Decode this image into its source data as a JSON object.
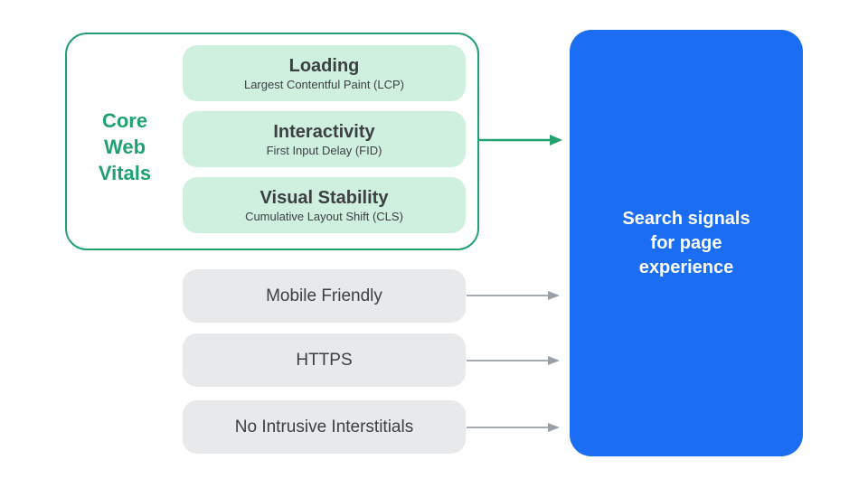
{
  "colors": {
    "green": "#20A26F",
    "mint": "#CFEFDF",
    "pill_gray": "#E8E9EA",
    "text_dark": "#3C4043",
    "arrow_gray": "#9AA0A6",
    "blue": "#1B6EF3",
    "white": "#FFFFFF"
  },
  "core_web_vitals": {
    "group_label": "Core Web Vitals",
    "metrics": [
      {
        "title": "Loading",
        "subtitle": "Largest Contentful Paint (LCP)"
      },
      {
        "title": "Interactivity",
        "subtitle": "First Input Delay (FID)"
      },
      {
        "title": "Visual Stability",
        "subtitle": "Cumulative Layout Shift (CLS)"
      }
    ]
  },
  "other_signals": [
    {
      "label": "Mobile Friendly"
    },
    {
      "label": "HTTPS"
    },
    {
      "label": "No Intrusive Interstitials"
    }
  ],
  "result": {
    "label": "Search signals for page experience"
  }
}
